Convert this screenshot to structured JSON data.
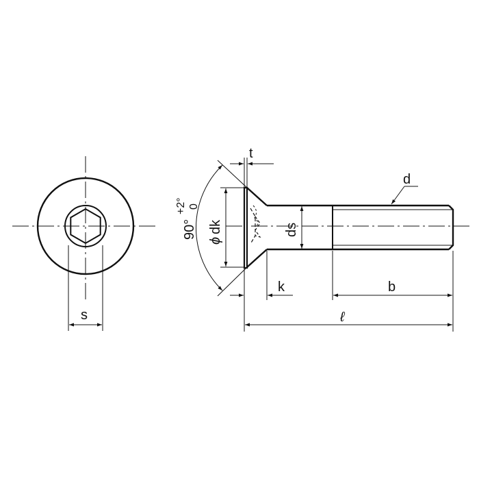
{
  "labels": {
    "s": "s",
    "t": "t",
    "d": "d",
    "ds": "ds",
    "phi": "ϕ",
    "dk": "dk",
    "k": "k",
    "b": "b",
    "l": "ℓ",
    "angle": "90°",
    "tol_plus": "+2°",
    "tol_zero": "0"
  },
  "colors": {
    "stroke": "#111111",
    "background": "#ffffff"
  }
}
